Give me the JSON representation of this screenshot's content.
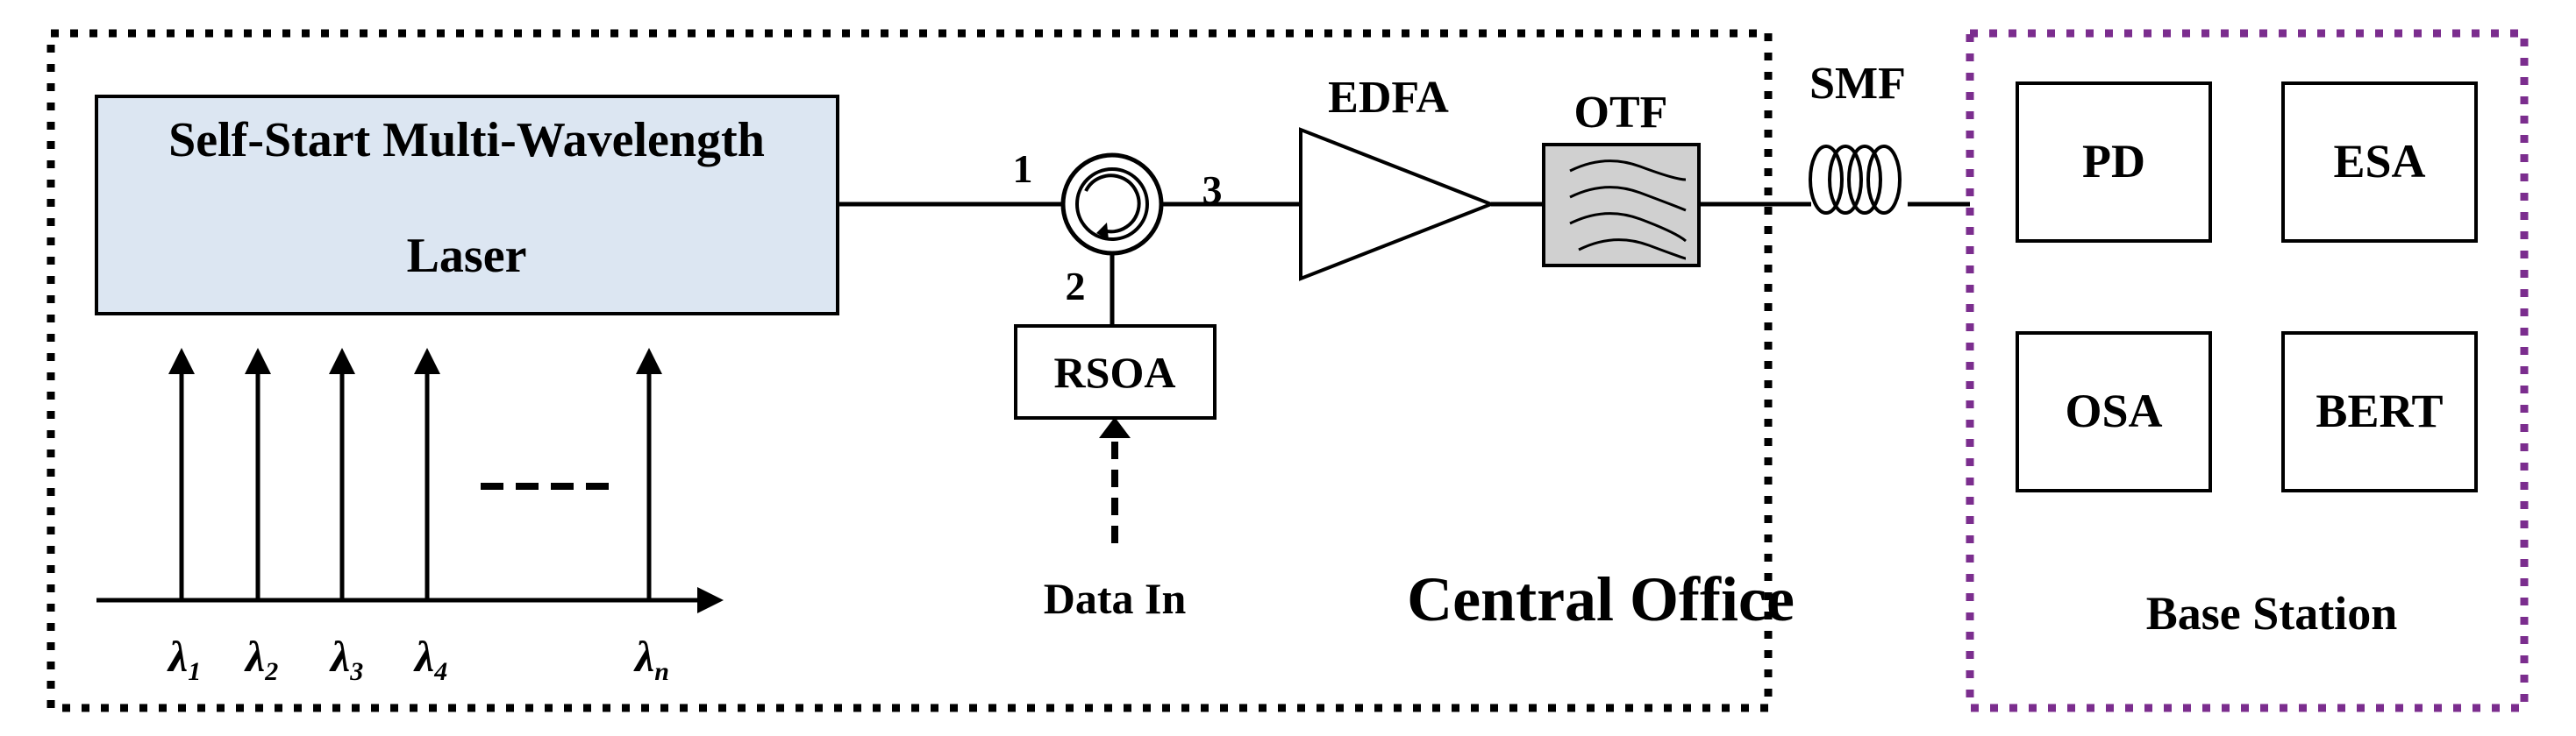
{
  "central_office": {
    "label": "Central Office",
    "laser": {
      "line1": "Self-Start Multi-Wavelength",
      "line2": "Laser"
    },
    "spectrum": {
      "wavelengths": [
        {
          "symbol": "λ",
          "sub": "1"
        },
        {
          "symbol": "λ",
          "sub": "2"
        },
        {
          "symbol": "λ",
          "sub": "3"
        },
        {
          "symbol": "λ",
          "sub": "4"
        },
        {
          "symbol": "λ",
          "sub": "n"
        }
      ]
    },
    "circulator": {
      "port1": "1",
      "port2": "2",
      "port3": "3"
    },
    "rsoa": {
      "label": "RSOA",
      "input": "Data In"
    },
    "edfa": {
      "label": "EDFA"
    },
    "otf": {
      "label": "OTF"
    }
  },
  "link": {
    "fiber_label": "SMF"
  },
  "base_station": {
    "label": "Base Station",
    "devices": [
      "PD",
      "ESA",
      "OSA",
      "BERT"
    ]
  },
  "colors": {
    "laser_fill": "#dce6f2",
    "otf_fill": "#d0d0d0",
    "central_border": "#000000",
    "base_border": "#7b2d8e"
  }
}
